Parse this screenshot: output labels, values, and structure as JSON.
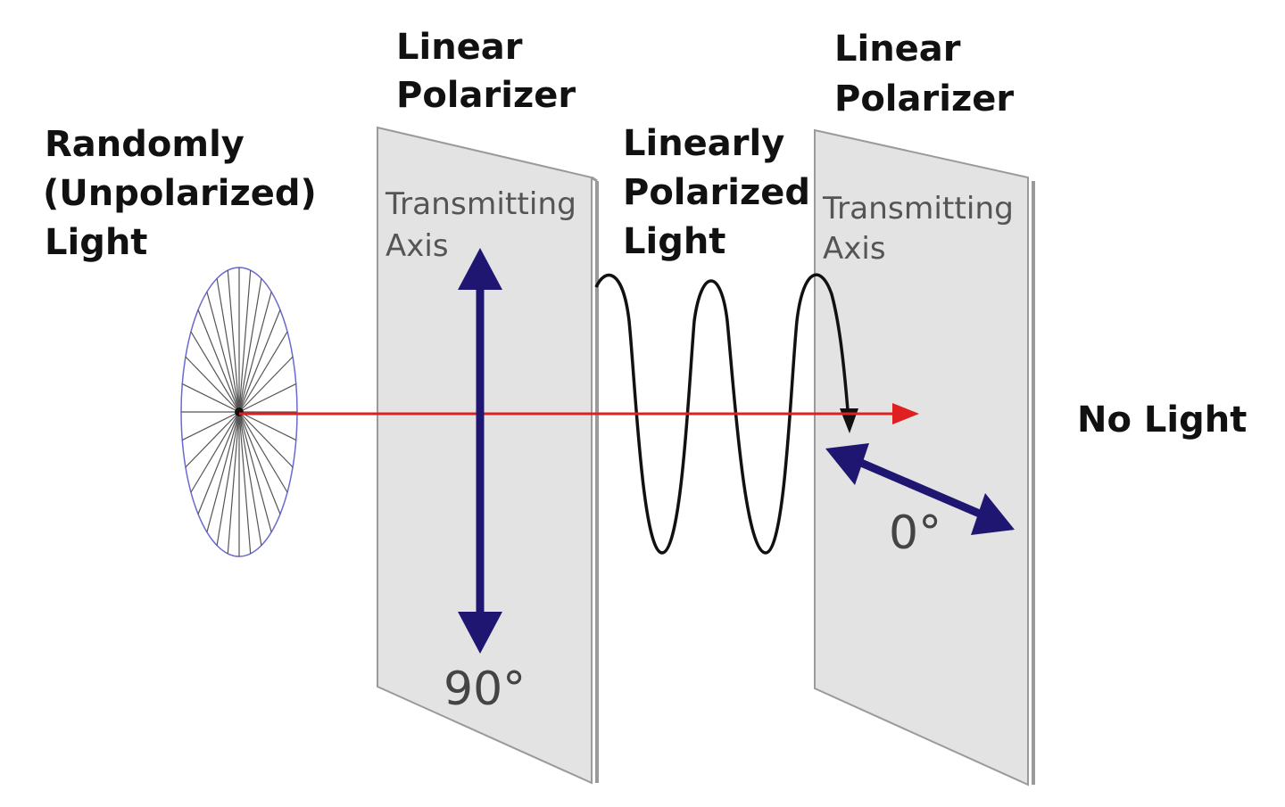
{
  "labels": {
    "source_line1": "Randomly",
    "source_line2": "(Unpolarized)",
    "source_line3": "Light",
    "polarizer1_line1": "Linear",
    "polarizer1_line2": "Polarizer",
    "polarizer2_line1": "Linear",
    "polarizer2_line2": "Polarizer",
    "wave_line1": "Linearly",
    "wave_line2": "Polarized",
    "wave_line3": "Light",
    "axis1_line1": "Transmitting",
    "axis1_line2": "Axis",
    "axis2_line1": "Transmitting",
    "axis2_line2": "Axis",
    "angle1": "90°",
    "angle2": "0°",
    "output": "No Light"
  },
  "colors": {
    "beam": "#e02020",
    "axis_arrow": "#1e1670",
    "panel_fill": "#e3e3e3",
    "panel_edge": "#9a9a9a",
    "ellipse_stroke": "#6a6ad0",
    "spoke_stroke": "#555555",
    "wave_stroke": "#111111"
  }
}
